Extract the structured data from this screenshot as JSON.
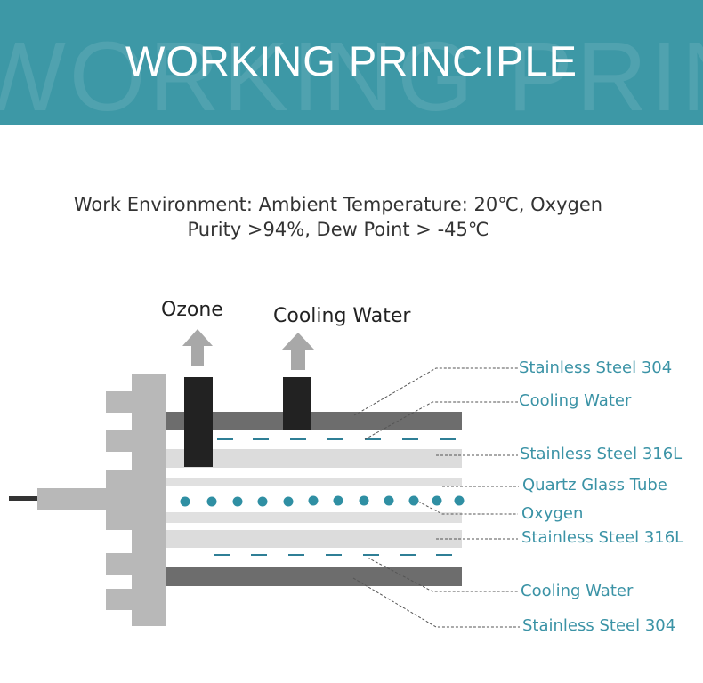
{
  "banner": {
    "title": "WORKING PRINCIPLE",
    "watermark": "WORKING PRINCIPLE",
    "background_color": "#3d98a6"
  },
  "environment": {
    "line1": "Work Environment: Ambient Temperature: 20℃, Oxygen",
    "line2": "Purity >94%, Dew Point > -45℃"
  },
  "outlets": {
    "ozone": "Ozone",
    "cooling_water": "Cooling Water"
  },
  "callouts": [
    "Stainless Steel 304",
    "Cooling Water",
    "Stainless Steel 316L",
    "Quartz Glass Tube",
    "Oxygen",
    "Stainless Steel 316L",
    "Cooling Water",
    "Stainless Steel 304"
  ],
  "colors": {
    "label_color": "#3b93a6",
    "oxygen_dots": "#2f8fa3",
    "steel_304": "#6d6d6d",
    "steel_316l": "#dcdcdc",
    "quartz": "#e0e0e0",
    "flange": "#b8b8b8",
    "connector": "#222222",
    "arrow": "#a8a8a8"
  }
}
